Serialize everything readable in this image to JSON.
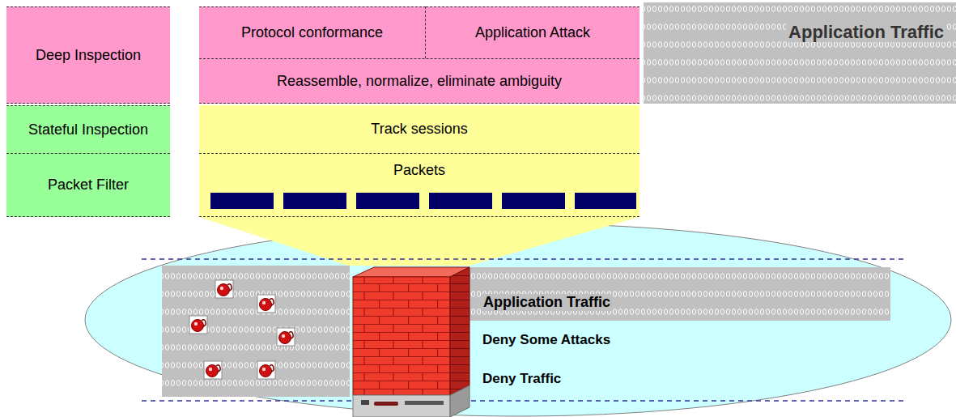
{
  "diagram": {
    "nodes": [
      {
        "text": [
          "Deep Inspection"
        ]
      },
      {
        "text": [
          "Stateful Inspection"
        ]
      },
      {
        "text": [
          "Packet Filter"
        ]
      },
      {
        "text": [
          "Protocol conformance"
        ]
      },
      {
        "text": [
          "Application Attack"
        ]
      },
      {
        "text": [
          "Reassemble, normalize, eliminate ambiguity"
        ]
      },
      {
        "text": [
          "Track sessions"
        ]
      },
      {
        "text": [
          "Packets"
        ]
      },
      {
        "text": [
          "Application Traffic"
        ]
      },
      {
        "text": [
          "Application Traffic"
        ]
      }
    ],
    "labels": [
      "Deny Some Attacks",
      "Deny Traffic"
    ]
  }
}
